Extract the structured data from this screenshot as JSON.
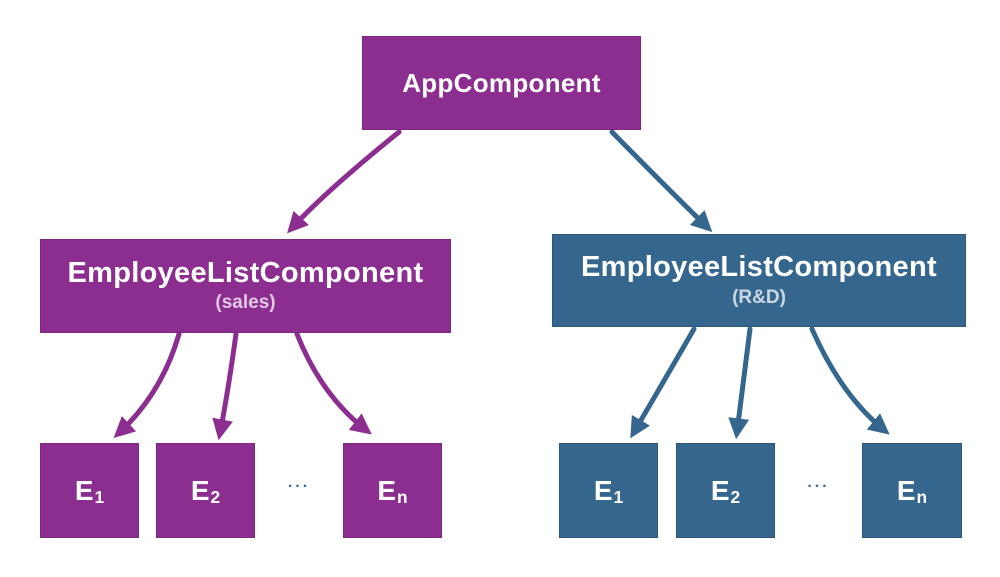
{
  "diagram": {
    "root": {
      "label": "AppComponent"
    },
    "colors": {
      "purple": "#8c2d90",
      "blue": "#35668e",
      "label_text": "#ffffff",
      "ellipsis_text": "#3f6896"
    },
    "branches": [
      {
        "name": "sales",
        "node": {
          "label": "EmployeeListComponent",
          "sublabel": "(sales)"
        },
        "children": [
          {
            "base": "E",
            "sub": "1"
          },
          {
            "base": "E",
            "sub": "2"
          },
          {
            "base": "E",
            "sub": "n"
          }
        ],
        "ellipsis": "..."
      },
      {
        "name": "rnd",
        "node": {
          "label": "EmployeeListComponent",
          "sublabel": "(R&D)"
        },
        "children": [
          {
            "base": "E",
            "sub": "1"
          },
          {
            "base": "E",
            "sub": "2"
          },
          {
            "base": "E",
            "sub": "n"
          }
        ],
        "ellipsis": "..."
      }
    ],
    "edges": [
      {
        "from": "AppComponent",
        "to": "EmployeeListComponent (sales)"
      },
      {
        "from": "AppComponent",
        "to": "EmployeeListComponent (R&D)"
      },
      {
        "from": "EmployeeListComponent (sales)",
        "to": "E1, E2, En (sales)"
      },
      {
        "from": "EmployeeListComponent (R&D)",
        "to": "E1, E2, En (R&D)"
      }
    ]
  }
}
